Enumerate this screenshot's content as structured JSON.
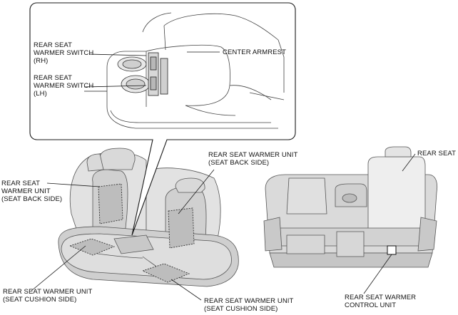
{
  "diagram": {
    "labels": {
      "rh_switch": "REAR SEAT\nWARMER SWITCH\n(RH)",
      "lh_switch": "REAR SEAT\nWARMER SWITCH\n(LH)",
      "center_armrest": "CENTER ARMREST",
      "back_left": "REAR SEAT\nWARMER UNIT\n(SEAT BACK SIDE)",
      "back_right": "REAR SEAT WARMER UNIT\n(SEAT BACK SIDE)",
      "rear_seat": "REAR SEAT",
      "cushion_left": "REAR SEAT WARMER UNIT\n(SEAT CUSHION SIDE)",
      "cushion_right": "REAR SEAT WARMER UNIT\n(SEAT CUSHION SIDE)",
      "control_unit": "REAR SEAT WARMER\nCONTROL UNIT"
    },
    "colors": {
      "line": "#1a1a1a",
      "seat_fill": "#ececec",
      "seat_shade": "#d6d6d6",
      "seat_dark": "#bdbdbd"
    }
  }
}
